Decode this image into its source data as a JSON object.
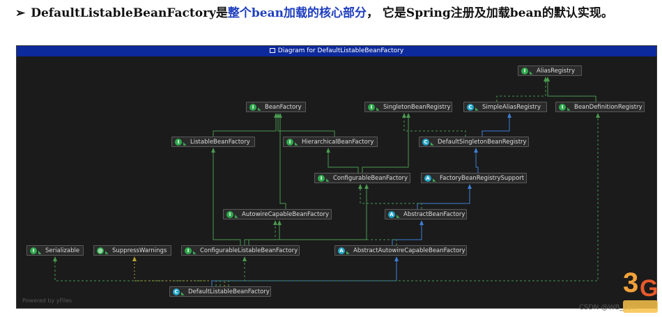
{
  "heading": {
    "part1": "DefaultListableBeanFactory是",
    "highlight": "整个bean加载的核心部分",
    "part2": "， 它是Spring注册及加载bean的默认实现。"
  },
  "diagram": {
    "title": "Diagram for DefaultListableBeanFactory",
    "powered_by": "Powered by yFiles",
    "nodes": [
      {
        "id": "AliasRegistry",
        "label": "AliasRegistry",
        "kind": "I"
      },
      {
        "id": "BeanFactory",
        "label": "BeanFactory",
        "kind": "I"
      },
      {
        "id": "SingletonBeanRegistry",
        "label": "SingletonBeanRegistry",
        "kind": "I"
      },
      {
        "id": "SimpleAliasRegistry",
        "label": "SimpleAliasRegistry",
        "kind": "C"
      },
      {
        "id": "BeanDefinitionRegistry",
        "label": "BeanDefinitionRegistry",
        "kind": "I"
      },
      {
        "id": "ListableBeanFactory",
        "label": "ListableBeanFactory",
        "kind": "I"
      },
      {
        "id": "HierarchicalBeanFactory",
        "label": "HierarchicalBeanFactory",
        "kind": "I"
      },
      {
        "id": "DefaultSingletonBeanRegistry",
        "label": "DefaultSingletonBeanRegistry",
        "kind": "C"
      },
      {
        "id": "ConfigurableBeanFactory",
        "label": "ConfigurableBeanFactory",
        "kind": "I"
      },
      {
        "id": "FactoryBeanRegistrySupport",
        "label": "FactoryBeanRegistrySupport",
        "kind": "A"
      },
      {
        "id": "AutowireCapableBeanFactory",
        "label": "AutowireCapableBeanFactory",
        "kind": "I"
      },
      {
        "id": "AbstractBeanFactory",
        "label": "AbstractBeanFactory",
        "kind": "A"
      },
      {
        "id": "Serializable",
        "label": "Serializable",
        "kind": "I"
      },
      {
        "id": "SuppressWarnings",
        "label": "SuppressWarnings",
        "kind": "@"
      },
      {
        "id": "ConfigurableListableBeanFactory",
        "label": "ConfigurableListableBeanFactory",
        "kind": "I"
      },
      {
        "id": "AbstractAutowireCapableBeanFactory",
        "label": "AbstractAutowireCapableBeanFactory",
        "kind": "A"
      },
      {
        "id": "DefaultListableBeanFactory",
        "label": "DefaultListableBeanFactory",
        "kind": "C"
      }
    ],
    "edges": [
      {
        "from": "SimpleAliasRegistry",
        "to": "AliasRegistry",
        "style": "dashed-green"
      },
      {
        "from": "BeanDefinitionRegistry",
        "to": "AliasRegistry",
        "style": "solid-green"
      },
      {
        "from": "ListableBeanFactory",
        "to": "BeanFactory",
        "style": "solid-green"
      },
      {
        "from": "HierarchicalBeanFactory",
        "to": "BeanFactory",
        "style": "solid-green"
      },
      {
        "from": "DefaultSingletonBeanRegistry",
        "to": "SimpleAliasRegistry",
        "style": "solid-blue"
      },
      {
        "from": "DefaultSingletonBeanRegistry",
        "to": "SingletonBeanRegistry",
        "style": "dashed-green"
      },
      {
        "from": "ConfigurableBeanFactory",
        "to": "HierarchicalBeanFactory",
        "style": "solid-green"
      },
      {
        "from": "ConfigurableBeanFactory",
        "to": "SingletonBeanRegistry",
        "style": "solid-green"
      },
      {
        "from": "FactoryBeanRegistrySupport",
        "to": "DefaultSingletonBeanRegistry",
        "style": "solid-blue"
      },
      {
        "from": "AutowireCapableBeanFactory",
        "to": "BeanFactory",
        "style": "solid-green"
      },
      {
        "from": "AbstractBeanFactory",
        "to": "FactoryBeanRegistrySupport",
        "style": "solid-blue"
      },
      {
        "from": "AbstractBeanFactory",
        "to": "ConfigurableBeanFactory",
        "style": "dashed-green"
      },
      {
        "from": "ConfigurableListableBeanFactory",
        "to": "ListableBeanFactory",
        "style": "solid-green"
      },
      {
        "from": "ConfigurableListableBeanFactory",
        "to": "AutowireCapableBeanFactory",
        "style": "solid-green"
      },
      {
        "from": "ConfigurableListableBeanFactory",
        "to": "ConfigurableBeanFactory",
        "style": "solid-green"
      },
      {
        "from": "AbstractAutowireCapableBeanFactory",
        "to": "AbstractBeanFactory",
        "style": "solid-blue"
      },
      {
        "from": "AbstractAutowireCapableBeanFactory",
        "to": "AutowireCapableBeanFactory",
        "style": "dashed-green"
      },
      {
        "from": "DefaultListableBeanFactory",
        "to": "Serializable",
        "style": "dashed-green"
      },
      {
        "from": "DefaultListableBeanFactory",
        "to": "SuppressWarnings",
        "style": "dashed-yellow"
      },
      {
        "from": "DefaultListableBeanFactory",
        "to": "ConfigurableListableBeanFactory",
        "style": "dashed-green"
      },
      {
        "from": "DefaultListableBeanFactory",
        "to": "AbstractAutowireCapableBeanFactory",
        "style": "solid-blue"
      },
      {
        "from": "DefaultListableBeanFactory",
        "to": "BeanDefinitionRegistry",
        "style": "dashed-green"
      }
    ]
  },
  "watermark": "CSDN @WB_Leo",
  "colors": {
    "title_bar": "#0d2a9c",
    "green": "#4a9a50",
    "blue": "#3d7fd6",
    "yellow": "#b8a232",
    "background": "#1b1b1b"
  }
}
